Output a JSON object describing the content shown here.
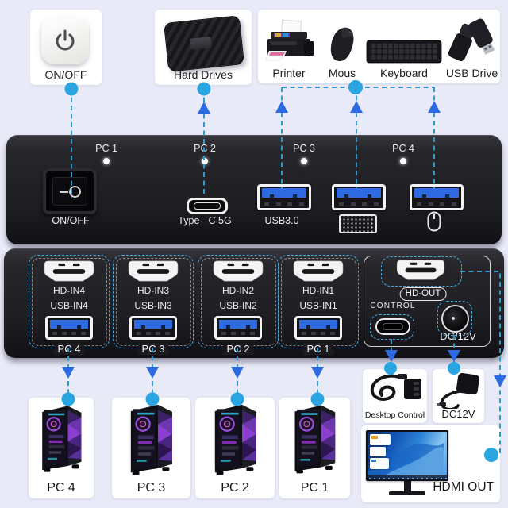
{
  "colors": {
    "background": "#e9eaf8",
    "panel_black": "#1e1e23",
    "dashed_line": "#2d9bcf",
    "arrow_blue": "#2b6ae3",
    "dot_blue": "#29a5e1",
    "usb_tab_blue": "#2f6ae0",
    "card_white": "#ffffff"
  },
  "top_cards": {
    "power": {
      "label": "ON/OFF"
    },
    "hard_drives": {
      "label": "Hard Drives"
    },
    "peripherals": {
      "items": [
        {
          "label": "Printer",
          "icon": "printer-icon"
        },
        {
          "label": "Mous",
          "icon": "mouse-icon"
        },
        {
          "label": "Keyboard",
          "icon": "keyboard-icon"
        },
        {
          "label": "USB Drive",
          "icon": "usb-drive-icon"
        }
      ]
    }
  },
  "front_panel": {
    "pc_indicators": [
      "PC 1",
      "PC 2",
      "PC 3",
      "PC 4"
    ],
    "power_switch_label": "ON/OFF",
    "type_c_label": "Type - C 5G",
    "usb_label": "USB3.0"
  },
  "rear_panel": {
    "inputs": [
      {
        "hdmi": "HD-IN4",
        "usb": "USB-IN4",
        "pc": "PC 4"
      },
      {
        "hdmi": "HD-IN3",
        "usb": "USB-IN3",
        "pc": "PC 3"
      },
      {
        "hdmi": "HD-IN2",
        "usb": "USB-IN2",
        "pc": "PC 2"
      },
      {
        "hdmi": "HD-IN1",
        "usb": "USB-IN1",
        "pc": "PC 1"
      }
    ],
    "hdmi_out_label": "HD-OUT",
    "control_label": "CONTROL",
    "dc_label": "DC/12V"
  },
  "bottom": {
    "computers": [
      "PC 4",
      "PC 3",
      "PC 2",
      "PC 1"
    ],
    "desktop_control_label": "Desktop Control",
    "dc_adapter_label": "DC12V",
    "hdmi_out_label": "HDMI OUT"
  }
}
